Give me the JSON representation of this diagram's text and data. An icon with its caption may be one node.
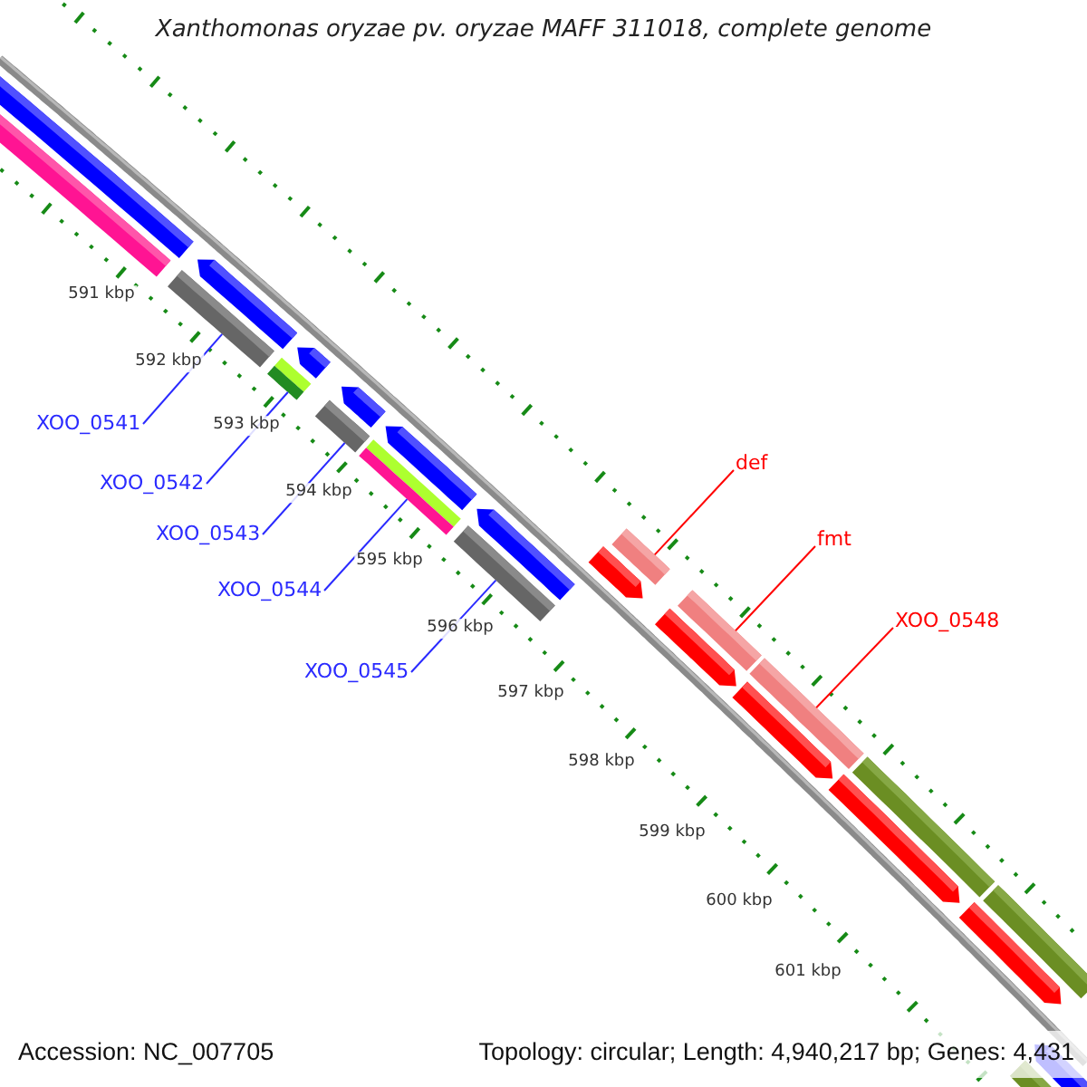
{
  "diagram": {
    "title": "Xanthomonas oryzae pv. oryzae MAFF 311018, complete genome",
    "nodes": [
      {
        "text": [
          "XOO_0541"
        ]
      },
      {
        "text": [
          "XOO_0542"
        ]
      },
      {
        "text": [
          "XOO_0543"
        ]
      },
      {
        "text": [
          "XOO_0544"
        ]
      },
      {
        "text": [
          "XOO_0545"
        ]
      },
      {
        "text": [
          "def"
        ]
      },
      {
        "text": [
          "fmt"
        ]
      },
      {
        "text": [
          "XOO_0548"
        ]
      },
      {
        "text": [],
        "shape": "bar"
      },
      {
        "text": [],
        "shape": "bar"
      },
      {
        "text": [],
        "shape": "bar"
      },
      {
        "text": [],
        "shape": "bar"
      },
      {
        "text": [],
        "shape": "bar"
      },
      {
        "text": [],
        "shape": "bar"
      },
      {
        "text": [],
        "shape": "bar"
      },
      {
        "text": [],
        "shape": "bar"
      }
    ],
    "edges": [
      {
        "from": 0,
        "to": 8,
        "arrow": "none"
      },
      {
        "from": 1,
        "to": 9,
        "arrow": "none"
      },
      {
        "from": 2,
        "to": 10,
        "arrow": "none"
      },
      {
        "from": 3,
        "to": 11,
        "arrow": "none"
      },
      {
        "from": 4,
        "to": 12,
        "arrow": "none"
      },
      {
        "from": 5,
        "to": 13,
        "arrow": "none",
        "color": "#ff0000"
      },
      {
        "from": 6,
        "to": 14,
        "arrow": "none",
        "color": "#ff0000"
      },
      {
        "from": 7,
        "to": 15,
        "arrow": "none",
        "color": "#ff0000"
      }
    ],
    "labels": [
      "591 kbp",
      "592 kbp",
      "593 kbp",
      "594 kbp",
      "595 kbp",
      "596 kbp",
      "597 kbp",
      "598 kbp",
      "599 kbp",
      "600 kbp",
      "601 kbp",
      "Accession: NC_007705",
      "Topology: circular; Length: 4,940,217 bp; Genes: 4,431"
    ]
  }
}
